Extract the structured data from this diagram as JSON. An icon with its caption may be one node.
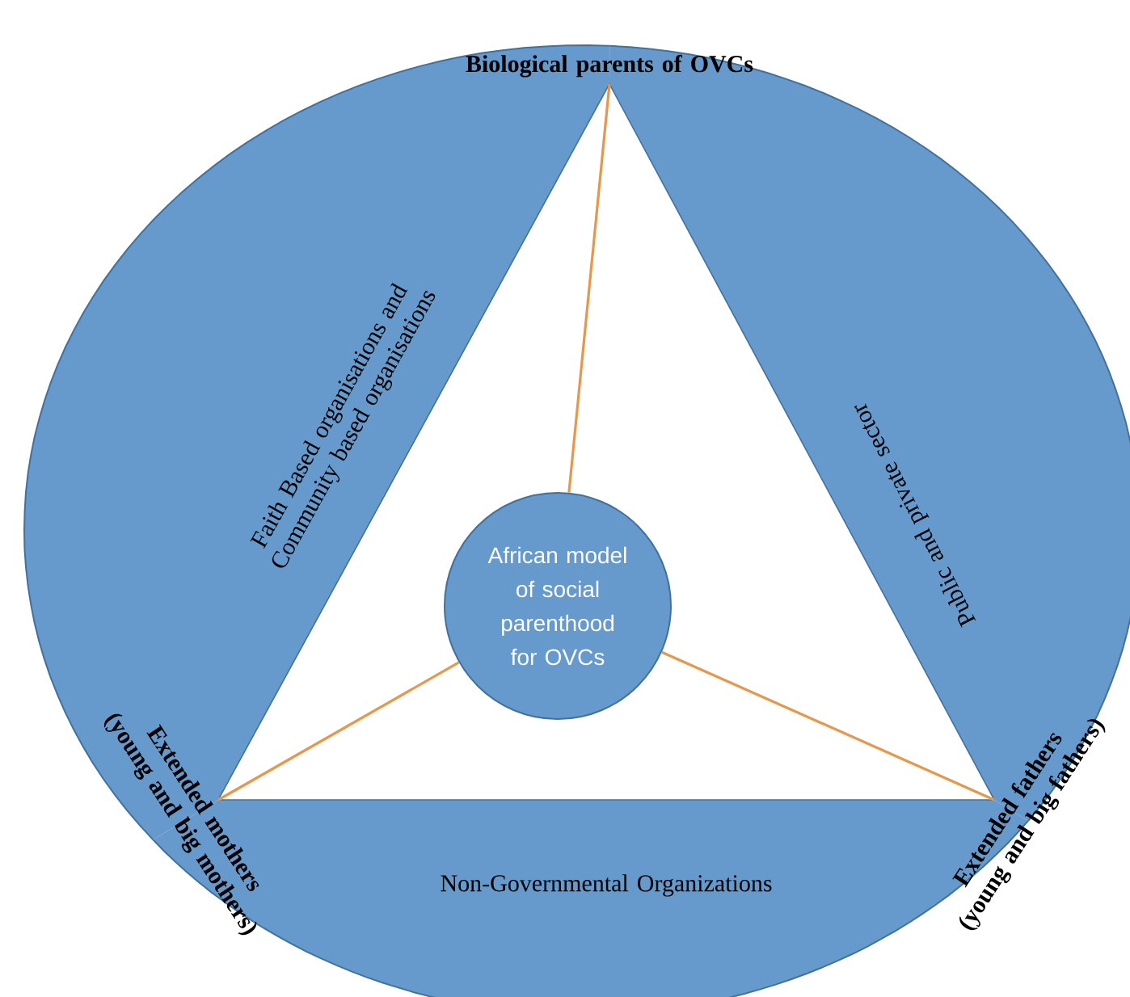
{
  "diagram": {
    "nodes": [
      {
        "text": [
          "Faith Based organisations and Community based organisations"
        ]
      },
      {
        "text": [
          "Public and private sector"
        ]
      },
      {
        "text": [
          "Non-Governmental Organizations"
        ]
      },
      {
        "text": [
          "African model of social parenthood for OVCs"
        ]
      },
      {
        "text": [
          "Biological parents of OVCs"
        ]
      },
      {
        "text": [
          "Extended mothers (young and big mothers)"
        ]
      },
      {
        "text": [
          "Extended fathers (young and big fathers)"
        ]
      }
    ],
    "edges": [
      {
        "from": 3,
        "to": 4,
        "arrow": "none"
      },
      {
        "from": 3,
        "to": 5,
        "arrow": "none"
      },
      {
        "from": 3,
        "to": 6,
        "arrow": "none"
      }
    ]
  }
}
